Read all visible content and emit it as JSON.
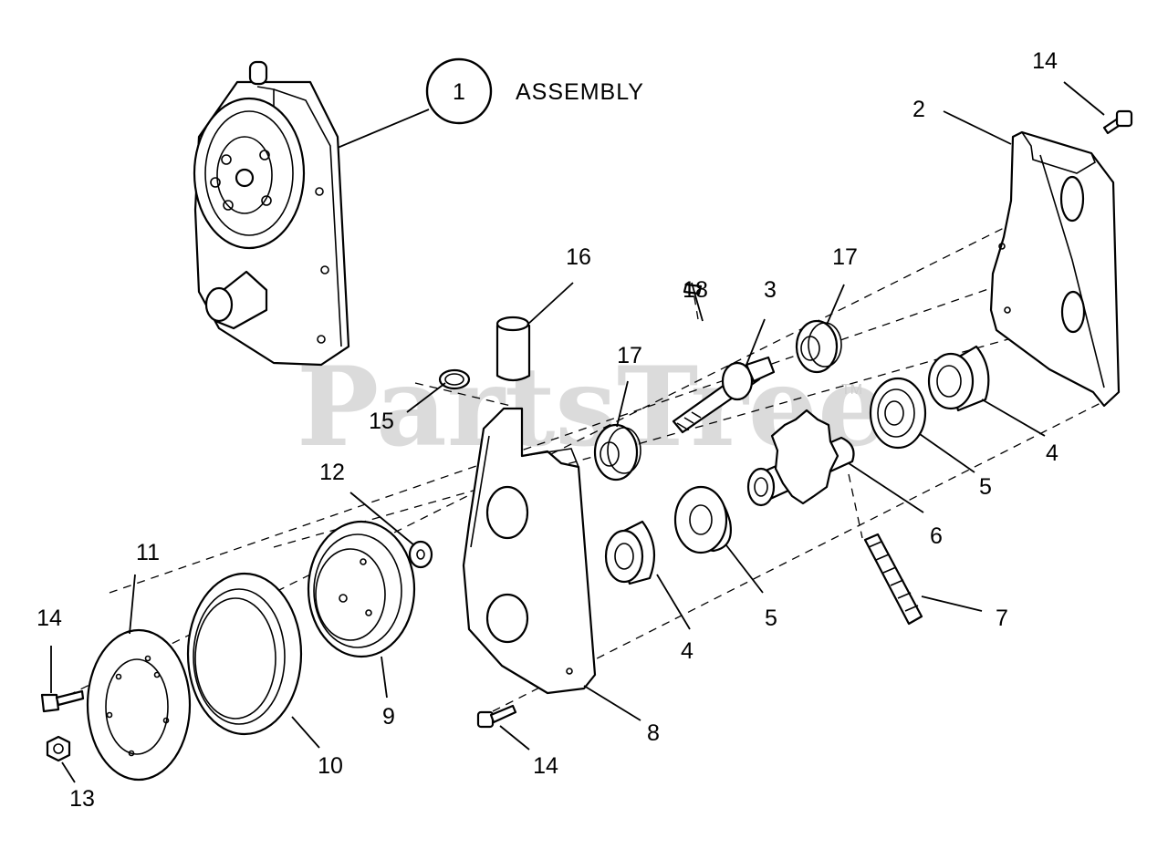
{
  "assembly": {
    "number": "1",
    "label": "ASSEMBLY"
  },
  "watermark": {
    "text": "PartsTree",
    "trademark": "TM"
  },
  "callouts": [
    {
      "key": "c-14a",
      "text": "14"
    },
    {
      "key": "c-2",
      "text": "2"
    },
    {
      "key": "c-16",
      "text": "16"
    },
    {
      "key": "c-17a",
      "text": "17"
    },
    {
      "key": "c-18",
      "text": "18"
    },
    {
      "key": "c-3",
      "text": "3"
    },
    {
      "key": "c-17b",
      "text": "17"
    },
    {
      "key": "c-15",
      "text": "15"
    },
    {
      "key": "c-4a",
      "text": "4"
    },
    {
      "key": "c-5a",
      "text": "5"
    },
    {
      "key": "c-12",
      "text": "12"
    },
    {
      "key": "c-6",
      "text": "6"
    },
    {
      "key": "c-11",
      "text": "11"
    },
    {
      "key": "c-7",
      "text": "7"
    },
    {
      "key": "c-5b",
      "text": "5"
    },
    {
      "key": "c-4b",
      "text": "4"
    },
    {
      "key": "c-14b",
      "text": "14"
    },
    {
      "key": "c-9",
      "text": "9"
    },
    {
      "key": "c-8",
      "text": "8"
    },
    {
      "key": "c-10",
      "text": "10"
    },
    {
      "key": "c-14c",
      "text": "14"
    },
    {
      "key": "c-13",
      "text": "13"
    }
  ]
}
